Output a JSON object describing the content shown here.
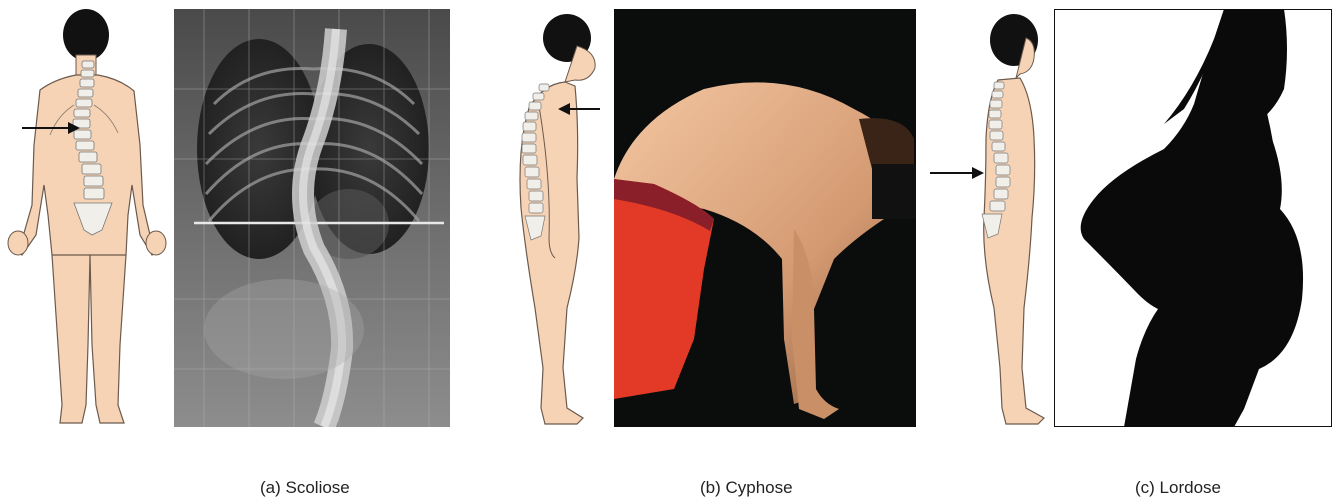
{
  "figure": {
    "panels": [
      {
        "id": "a",
        "caption": "(a) Scoliose",
        "icon": "scoliosis-back-view-figure",
        "photo": "spine-x-ray-photo"
      },
      {
        "id": "b",
        "caption": "(b) Cyphose",
        "icon": "kyphosis-side-view-figure",
        "photo": "kyphosis-bent-over-photo"
      },
      {
        "id": "c",
        "caption": "(c) Lordose",
        "icon": "lordosis-side-view-figure",
        "photo": "pregnant-silhouette-photo"
      }
    ],
    "colors": {
      "skin": "#f7d3b6",
      "outline": "#6b5a4d",
      "hair": "#111111",
      "bone": "#f1efe9",
      "arrow": "#111111"
    }
  }
}
